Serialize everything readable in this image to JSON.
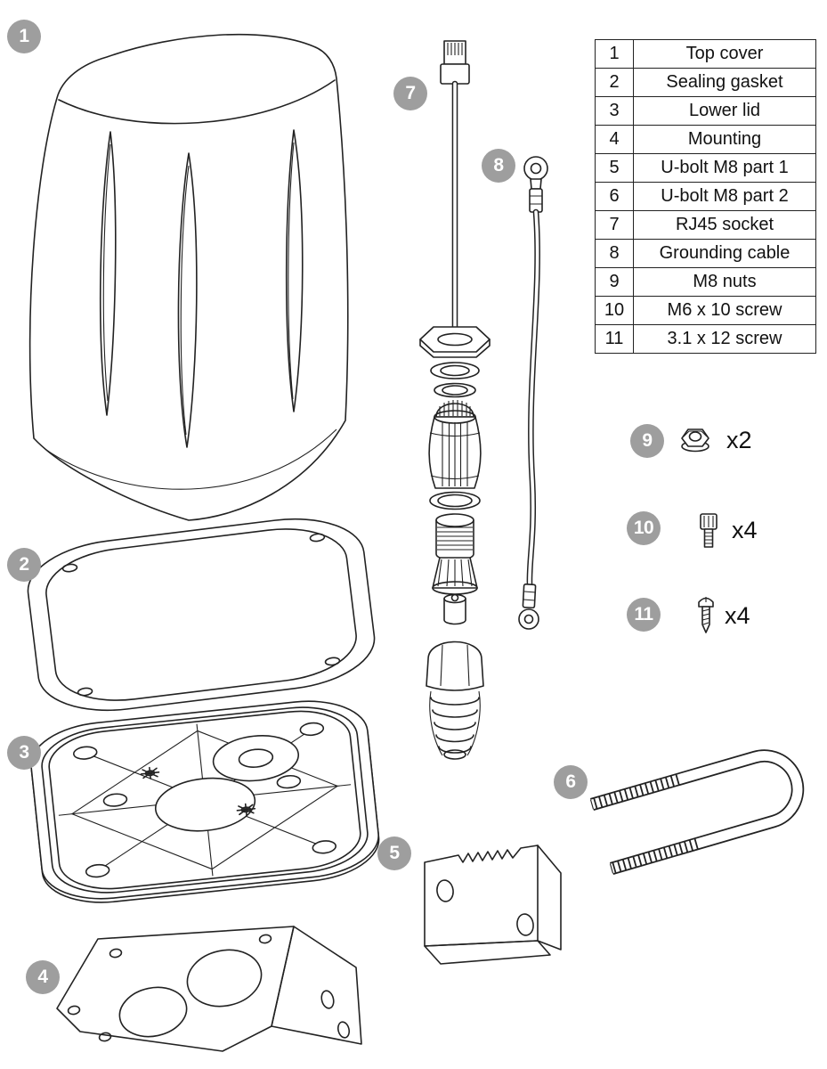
{
  "colors": {
    "line": "#222222",
    "callout_bg": "#9e9e9e",
    "callout_text": "#ffffff",
    "table_border": "#222222"
  },
  "callouts": {
    "c1": "1",
    "c2": "2",
    "c3": "3",
    "c4": "4",
    "c5": "5",
    "c6": "6",
    "c7": "7",
    "c8": "8",
    "c9": "9",
    "c10": "10",
    "c11": "11"
  },
  "parts_table": {
    "rows": [
      {
        "num": "1",
        "name": "Top cover"
      },
      {
        "num": "2",
        "name": "Sealing gasket"
      },
      {
        "num": "3",
        "name": "Lower lid"
      },
      {
        "num": "4",
        "name": "Mounting"
      },
      {
        "num": "5",
        "name": "U-bolt M8 part 1"
      },
      {
        "num": "6",
        "name": "U-bolt M8 part 2"
      },
      {
        "num": "7",
        "name": "RJ45 socket"
      },
      {
        "num": "8",
        "name": "Grounding cable"
      },
      {
        "num": "9",
        "name": "M8 nuts"
      },
      {
        "num": "10",
        "name": "M6 x 10 screw"
      },
      {
        "num": "11",
        "name": "3.1 x 12 screw"
      }
    ]
  },
  "quantities": {
    "m8_nuts": "x2",
    "m6_screws": "x4",
    "tapping_screws": "x4"
  }
}
